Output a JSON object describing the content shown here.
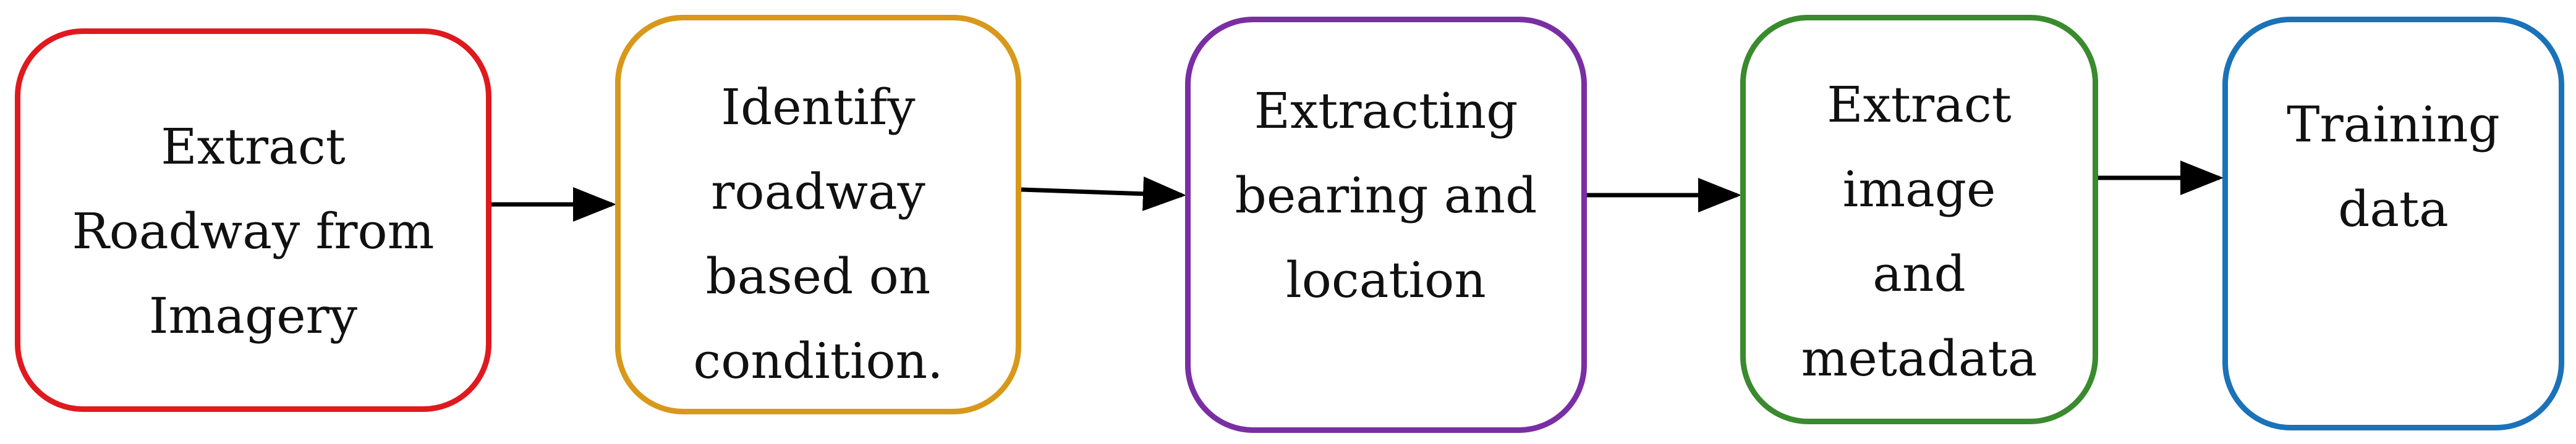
{
  "diagram": {
    "steps": [
      {
        "label": "Extract\nRoadway from\nImagery",
        "color": "#e0191e"
      },
      {
        "label": "Identify\nroadway\nbased on\ncondition.",
        "color": "#d8981a"
      },
      {
        "label": "Extracting\nbearing and\nlocation",
        "color": "#7a2ea3"
      },
      {
        "label": "Extract\nimage\nand\nmetadata",
        "color": "#3a8a2e"
      },
      {
        "label": "Training\ndata",
        "color": "#1a72b8"
      }
    ],
    "arrow_color": "#000000"
  }
}
